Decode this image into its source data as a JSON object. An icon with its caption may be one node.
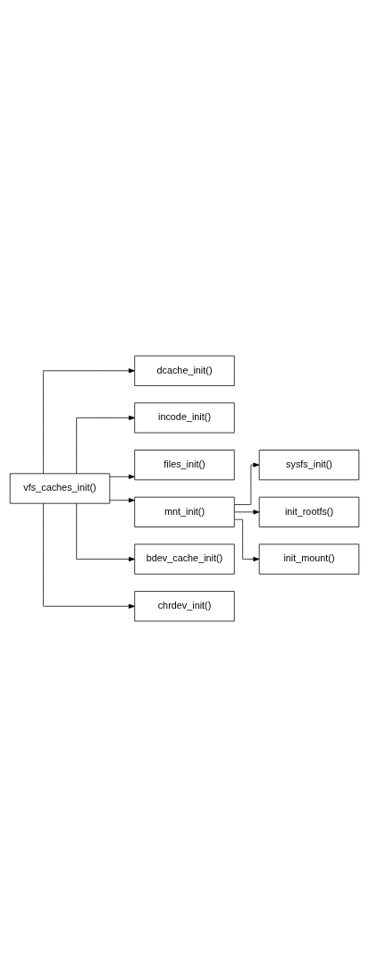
{
  "diagram": {
    "nodes": [
      {
        "text": [
          "vfs_caches_init()"
        ]
      },
      {
        "text": [
          "dcache_init()"
        ]
      },
      {
        "text": [
          "incode_init()"
        ]
      },
      {
        "text": [
          "files_init()"
        ]
      },
      {
        "text": [
          "mnt_init()"
        ]
      },
      {
        "text": [
          "sysfs_init()"
        ]
      },
      {
        "text": [
          "init_rootfs()"
        ]
      },
      {
        "text": [
          "init_mount()"
        ]
      },
      {
        "text": [
          "bdev_cache_init()"
        ]
      },
      {
        "text": [
          "chrdev_init()"
        ]
      }
    ],
    "edges": [
      {
        "from": 0,
        "to": 1,
        "arrow": "to"
      },
      {
        "from": 0,
        "to": 2,
        "arrow": "to"
      },
      {
        "from": 0,
        "to": 3,
        "arrow": "to"
      },
      {
        "from": 0,
        "to": 4,
        "arrow": "to"
      },
      {
        "from": 4,
        "to": 5,
        "arrow": "to"
      },
      {
        "from": 4,
        "to": 6,
        "arrow": "to"
      },
      {
        "from": 4,
        "to": 7,
        "arrow": "to"
      },
      {
        "from": 0,
        "to": 8,
        "arrow": "to"
      },
      {
        "from": 0,
        "to": 9,
        "arrow": "to"
      }
    ]
  }
}
